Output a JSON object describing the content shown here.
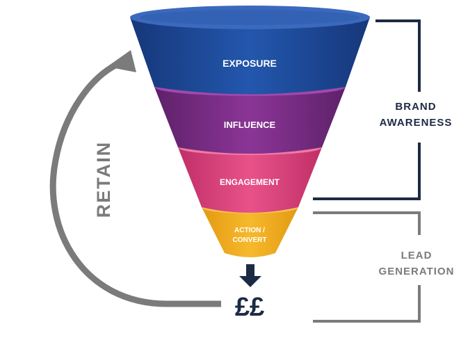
{
  "funnel": {
    "stages": [
      {
        "label": "EXPOSURE",
        "color": "#1d4b9b",
        "lines": [
          "EXPOSURE"
        ]
      },
      {
        "label": "INFLUENCE",
        "color": "#7a2e86",
        "lines": [
          "INFLUENCE"
        ]
      },
      {
        "label": "ENGAGEMENT",
        "color": "#d8417c",
        "lines": [
          "ENGAGEMENT"
        ]
      },
      {
        "label": "ACTION / CONVERT",
        "color": "#f0aa1e",
        "lines": [
          "ACTION /",
          "CONVERT"
        ]
      }
    ]
  },
  "outcome": {
    "symbol": "££",
    "color": "#1d2a44"
  },
  "loop": {
    "label": "RETAIN",
    "color": "#7b7b7b"
  },
  "brackets": {
    "brand": {
      "line1": "BRAND",
      "line2": "AWARENESS",
      "color": "#1d2a44"
    },
    "lead": {
      "line1": "LEAD",
      "line2": "GENERATION",
      "color": "#7b7b7b"
    }
  }
}
